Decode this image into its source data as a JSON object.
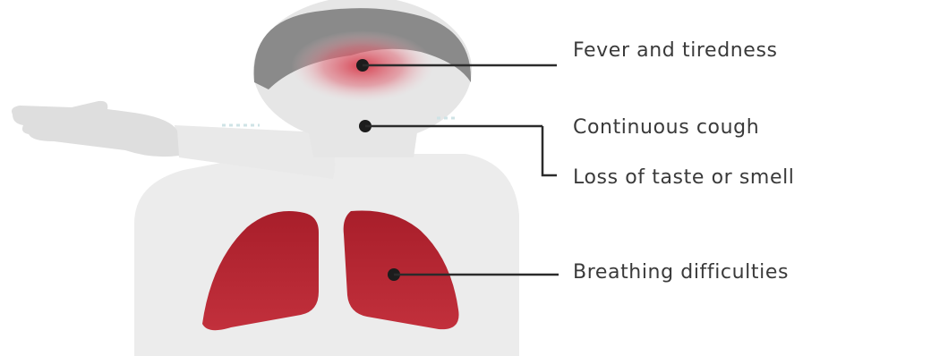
{
  "colors": {
    "background": "#ffffff",
    "body": "#ececec",
    "hair": "#8a8a8a",
    "lung": "#b3222e",
    "fever_glow": "#d63a4a",
    "leader_line": "#2b2b2b",
    "label_text": "#3a3a3a"
  },
  "symptoms": [
    {
      "id": "fever",
      "label": "Fever and tiredness",
      "marker": "head"
    },
    {
      "id": "cough",
      "label": "Continuous cough",
      "marker": "throat"
    },
    {
      "id": "taste",
      "label": "Loss of taste or smell",
      "marker": "throat"
    },
    {
      "id": "breath",
      "label": "Breathing difficulties",
      "marker": "lungs"
    }
  ]
}
